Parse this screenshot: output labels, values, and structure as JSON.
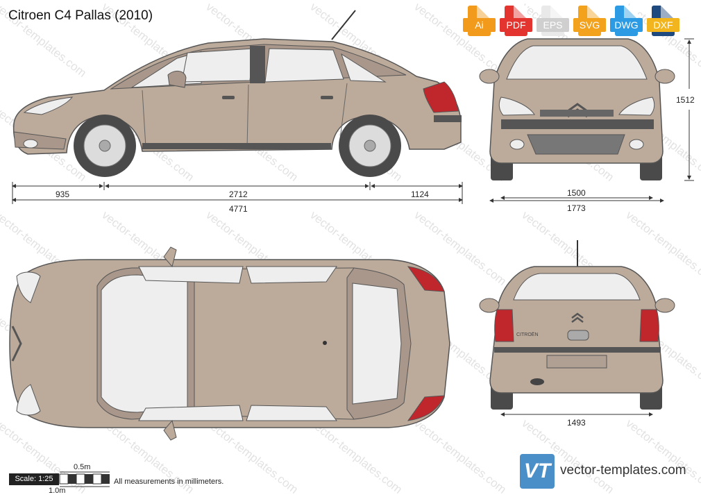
{
  "title": "Citroen C4 Pallas (2010)",
  "formats": [
    {
      "label": "Ai",
      "color": "#f19a1b"
    },
    {
      "label": "PDF",
      "color": "#e3342f"
    },
    {
      "label": "EPS",
      "color": "#e9e9e9"
    },
    {
      "label": "SVG",
      "color": "#f3a21e"
    },
    {
      "label": "DWG",
      "color": "#2d9be4"
    },
    {
      "label": "DXF",
      "color": "#1f4a80"
    }
  ],
  "dimensions": {
    "front_overhang": "935",
    "wheelbase": "2712",
    "rear_overhang": "1124",
    "length": "4771",
    "height": "1512",
    "front_track": "1500",
    "width": "1773",
    "rear_track": "1493"
  },
  "scale": {
    "label": "Scale: 1:25",
    "half": "0.5m",
    "full": "1.0m"
  },
  "note": "All measurements in millimeters.",
  "brand": {
    "logo_text": "VT",
    "site": "vector-templates.com",
    "watermark": "vector-templates.com"
  },
  "rear_badge": "CITROËN",
  "colors": {
    "body": "#bcaa9b",
    "body_dark": "#a8978a",
    "glass": "#eeeeee",
    "trim": "#555555",
    "tire": "#4a4a4a",
    "light_red": "#c0272d"
  }
}
